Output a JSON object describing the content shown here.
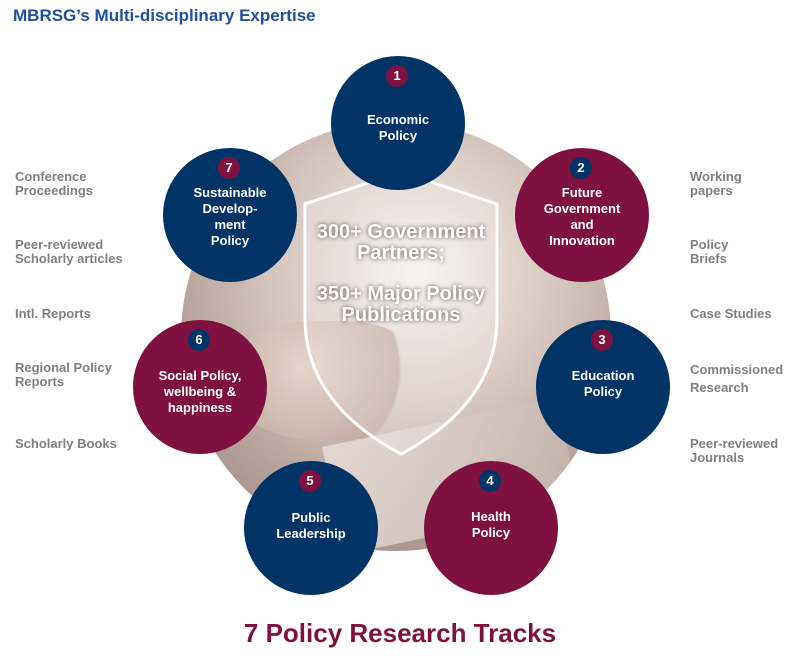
{
  "title": "MBRSG’s Multi-disciplinary Expertise",
  "center": {
    "line1": "300+ Government Partners;",
    "line2": "350+ Major Policy Publications"
  },
  "tracks": [
    {
      "number": "1",
      "label": "Economic\nPolicy"
    },
    {
      "number": "2",
      "label": "Future\nGovernment\nand\nInnovation"
    },
    {
      "number": "3",
      "label": "Education\nPolicy"
    },
    {
      "number": "4",
      "label": "Health\nPolicy"
    },
    {
      "number": "5",
      "label": "Public\nLeadership"
    },
    {
      "number": "6",
      "label": "Social Policy,\nwellbeing &\nhappiness"
    },
    {
      "number": "7",
      "label": "Sustainable\nDevelop-\nment\nPolicy"
    }
  ],
  "publications_left": [
    "Conference\nProceedings",
    "Peer-reviewed\nScholarly articles",
    "Intl. Reports",
    "Regional Policy\nReports",
    "Scholarly Books"
  ],
  "publications_right": [
    "Working\npapers",
    "Policy\nBriefs",
    "Case Studies",
    "Commissioned\nResearch",
    "Peer-reviewed\nJournals"
  ],
  "footer": "7 Policy Research Tracks",
  "colors": {
    "navy": "#003366",
    "maroon": "#7f1140",
    "title_blue": "#1f4e9c",
    "gray_text": "#7f7f7f"
  }
}
